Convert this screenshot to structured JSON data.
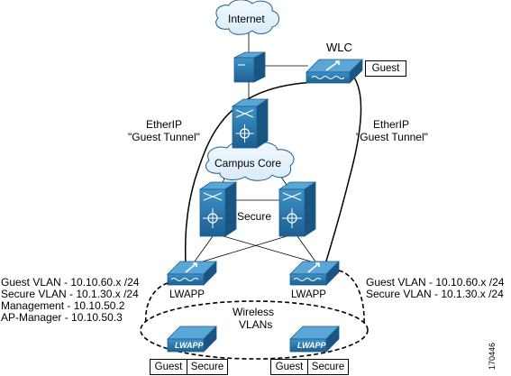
{
  "internet": "Internet",
  "wlc": {
    "title": "WLC",
    "box": "Guest"
  },
  "tunnel_left": {
    "line1": "EtherIP",
    "line2": "\"Guest Tunnel\""
  },
  "tunnel_right": {
    "line1": "EtherIP",
    "line2": "\"Guest Tunnel\""
  },
  "campus_core": "Campus Core",
  "secure": "Secure",
  "ap_left_label": "LWAPP",
  "ap_right_label": "LWAPP",
  "left_notes": [
    "Guest VLAN - 10.10.60.x /24",
    "Secure VLAN - 10.1.30.x /24",
    "Management - 10.10.50.2",
    "AP-Manager - 10.10.50.3"
  ],
  "right_notes": [
    "Guest VLAN - 10.10.60.x /24",
    "Secure VLAN - 10.1.30.x /24"
  ],
  "wireless": {
    "line1": "Wireless",
    "line2": "VLANs"
  },
  "lwapp_badge": "LWAPP",
  "bottom_left_boxes": [
    "Guest",
    "Secure"
  ],
  "bottom_right_boxes": [
    "Guest",
    "Secure"
  ],
  "figure_id": "170446"
}
